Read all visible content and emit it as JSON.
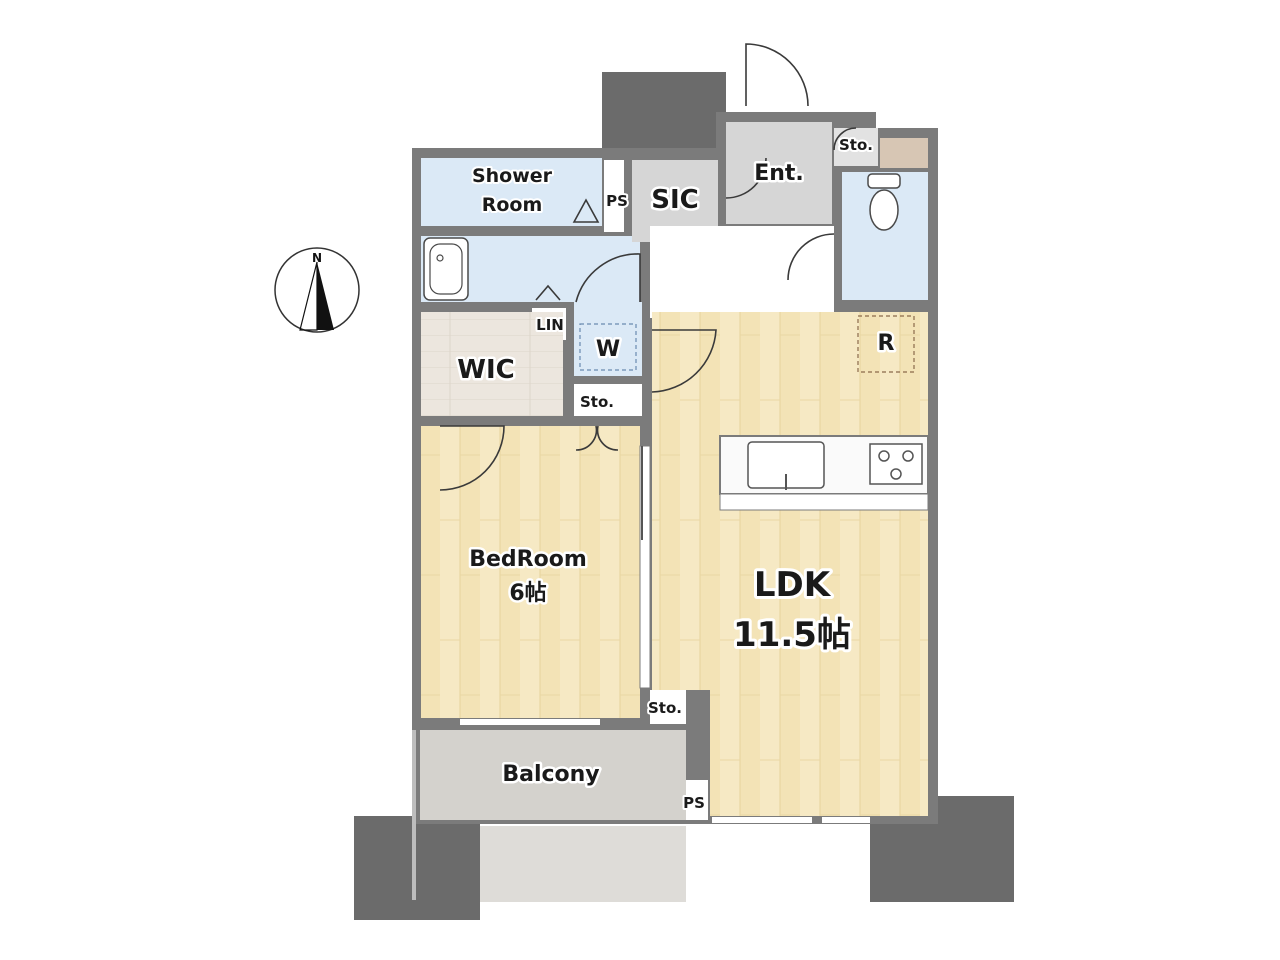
{
  "compass": {
    "north_label": "N"
  },
  "rooms": {
    "shower_room_line1": "Shower",
    "shower_room_line2": "Room",
    "ps_top": "PS",
    "sic": "SIC",
    "entrance": "Ent.",
    "sto_entrance": "Sto.",
    "lin": "LIN",
    "wic": "WIC",
    "washer": "W",
    "sto_hall": "Sto.",
    "refrigerator": "R",
    "bedroom": "BedRoom",
    "bedroom_size": "6帖",
    "ldk": "LDK",
    "ldk_size": "11.5帖",
    "sto_ldk": "Sto.",
    "balcony": "Balcony",
    "ps_bottom": "PS"
  },
  "colors": {
    "wall": "#7b7b7b",
    "column": "#6b6b6b",
    "wood_floor": "#f3e3b6",
    "wic_floor": "#ece6de",
    "wet_floor": "#dbe9f6",
    "tile_floor": "#d6d6d6",
    "balcony_floor": "#d4d2cd",
    "counter": "#fafafa"
  }
}
